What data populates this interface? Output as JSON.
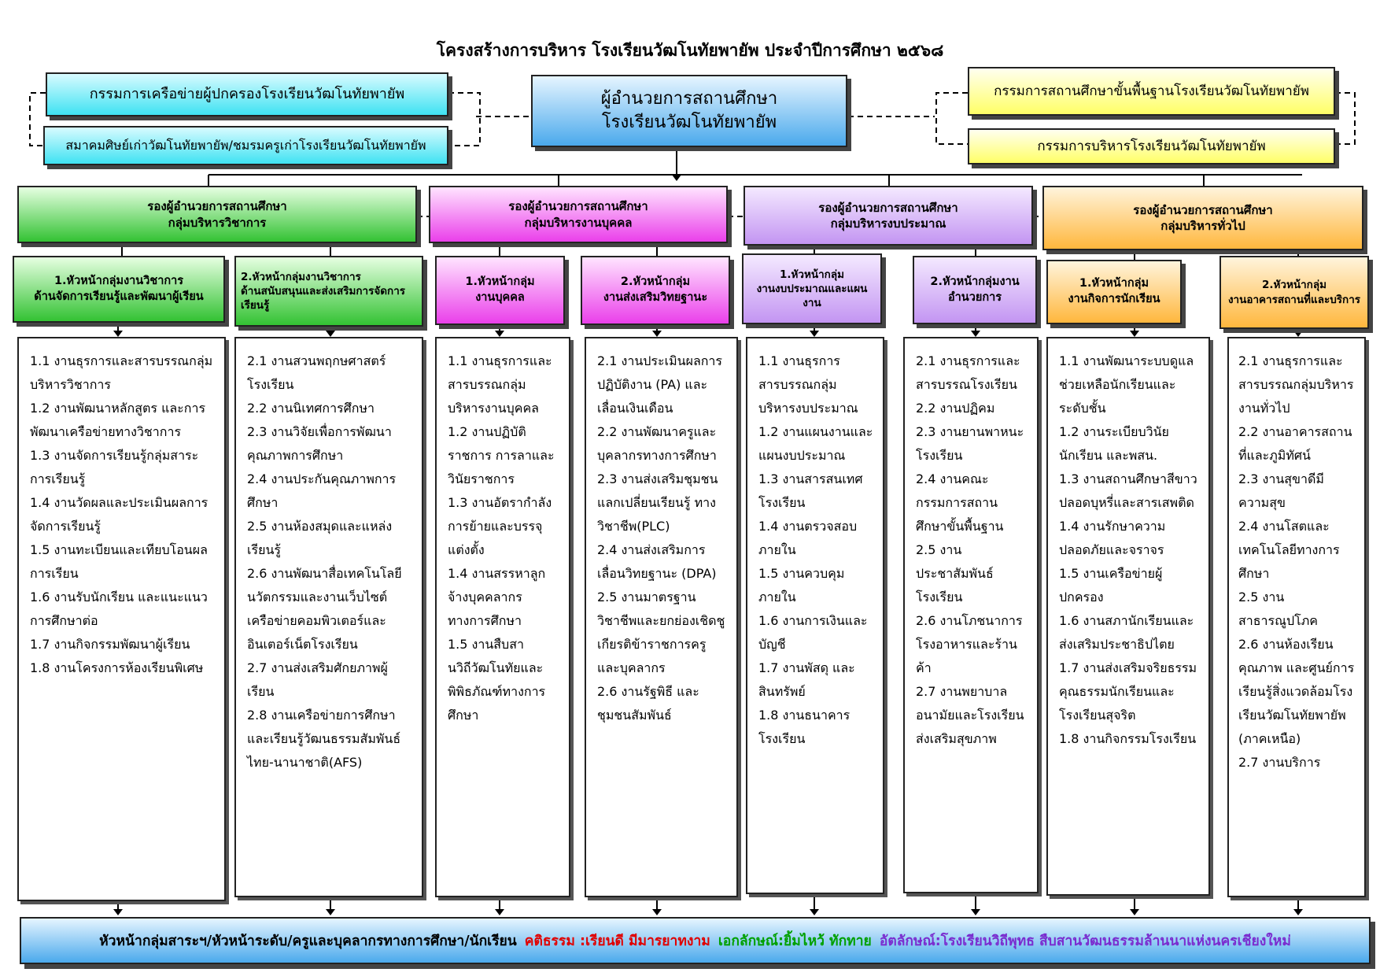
{
  "title": "โครงสร้างการบริหาร โรงเรียนวัฒโนทัยพายัพ ประจำปีการศึกษา ๒๕๖๘",
  "director": {
    "line1": "ผู้อำนวยการสถานศึกษา",
    "line2": "โรงเรียนวัฒโนทัยพายัพ"
  },
  "left_committees": [
    "กรรมการเครือข่ายผู้ปกครองโรงเรียนวัฒโนทัยพายัพ",
    "สมาคมศิษย์เก่าวัฒโนทัยพายัพ/ชมรมครูเก่าโรงเรียนวัฒโนทัยพายัพ"
  ],
  "right_committees": [
    "กรรมการสถานศึกษาขั้นพื้นฐานโรงเรียนวัฒโนทัยพายัพ",
    "กรรมการบริหารโรงเรียนวัฒโนทัยพายัพ"
  ],
  "deputies": [
    {
      "line1": "รองผู้อำนวยการสถานศึกษา",
      "line2": "กลุ่มบริหารวิชาการ"
    },
    {
      "line1": "รองผู้อำนวยการสถานศึกษา",
      "line2": "กลุ่มบริหารงานบุคคล"
    },
    {
      "line1": "รองผู้อำนวยการสถานศึกษา",
      "line2": "กลุ่มบริหารงบประมาณ"
    },
    {
      "line1": "รองผู้อำนวยการสถานศึกษา",
      "line2": "กลุ่มบริหารทั่วไป"
    }
  ],
  "heads": [
    {
      "line1": "1.หัวหน้ากลุ่มงานวิชาการ",
      "line2": "ด้านจัดการเรียนรู้และพัฒนาผู้เรียน"
    },
    {
      "line1": "2.หัวหน้ากลุ่มงานวิชาการ",
      "line2": "ด้านสนับสนุนและส่งเสริมการจัดการเรียนรู้"
    },
    {
      "line1": "1.หัวหน้ากลุ่ม",
      "line2": "งานบุคคล"
    },
    {
      "line1": "2.หัวหน้ากลุ่ม",
      "line2": "งานส่งเสริมวิทยฐานะ"
    },
    {
      "line1": "1.หัวหน้ากลุ่ม",
      "line2": "งานงบประมาณและแผนงาน"
    },
    {
      "line1": "2.หัวหน้ากลุ่มงาน",
      "line2": "อำนวยการ"
    },
    {
      "line1": "1.หัวหน้ากลุ่ม",
      "line2": "งานกิจการนักเรียน"
    },
    {
      "line1": "2.หัวหน้ากลุ่ม",
      "line2": "งานอาคารสถานที่และบริการ"
    }
  ],
  "columns": [
    [
      "1.1 งานธุรการและสารบรรณกลุ่มบริหารวิชาการ",
      "1.2 งานพัฒนาหลักสูตร และการพัฒนาเครือข่ายทางวิชาการ",
      "1.3 งานจัดการเรียนรู้กลุ่มสาระการเรียนรู้",
      "1.4 งานวัดผลและประเมินผลการจัดการเรียนรู้",
      "1.5 งานทะเบียนและเทียบโอนผลการเรียน",
      "1.6 งานรับนักเรียน และแนะแนวการศึกษาต่อ",
      "1.7 งานกิจกรรมพัฒนาผู้เรียน",
      "1.8 งานโครงการห้องเรียนพิเศษ"
    ],
    [
      "2.1 งานสวนพฤกษศาสตร์โรงเรียน",
      "2.2 งานนิเทศการศึกษา",
      "2.3 งานวิจัยเพื่อการพัฒนาคุณภาพการศึกษา",
      "2.4 งานประกันคุณภาพการศึกษา",
      "2.5 งานห้องสมุดและแหล่งเรียนรู้",
      "2.6 งานพัฒนาสื่อเทคโนโลยีนวัตกรรมและงานเว็บไซต์เครือข่ายคอมพิวเตอร์และอินเตอร์เน็ตโรงเรียน",
      "2.7 งานส่งเสริมศักยภาพผู้เรียน",
      "2.8 งานเครือข่ายการศึกษาและเรียนรู้วัฒนธรรมสัมพันธ์ไทย-นานาชาติ(AFS)"
    ],
    [
      "1.1 งานธุรการและสารบรรณกลุ่มบริหารงานบุคคล",
      "1.2 งานปฏิบัติราชการ การลาและวินัยราชการ",
      "1.3 งานอัตรากำลังการย้ายและบรรจุแต่งตั้ง",
      "1.4 งานสรรหาลูกจ้างบุคคลากรทางการศึกษา",
      "1.5 งานสืบสานวิถีวัฒโนทัยและพิพิธภัณฑ์ทางการศึกษา"
    ],
    [
      "2.1 งานประเมินผลการปฏิบัติงาน (PA) และเลื่อนเงินเดือน",
      "2.2 งานพัฒนาครูและบุคลากรทางการศึกษา",
      "2.3 งานส่งเสริมชุมชนแลกเปลี่ยนเรียนรู้ ทางวิชาชีพ(PLC)",
      "2.4 งานส่งเสริมการเลื่อนวิทยฐานะ (DPA)",
      "2.5 งานมาตรฐานวิชาชีพและยกย่องเชิดชูเกียรติข้าราชการครูและบุคลากร",
      "2.6 งานรัฐพิธี และชุมชนสัมพันธ์"
    ],
    [
      "1.1 งานธุรการสารบรรณกลุ่มบริหารงบประมาณ",
      "1.2 งานแผนงานและแผนงบประมาณ",
      "1.3 งานสารสนเทศโรงเรียน",
      "1.4 งานตรวจสอบภายใน",
      "1.5 งานควบคุมภายใน",
      "1.6 งานการเงินและบัญชี",
      "1.7 งานพัสดุ และสินทรัพย์",
      "1.8 งานธนาคารโรงเรียน"
    ],
    [
      "2.1 งานธุรการและสารบรรณโรงเรียน",
      "2.2 งานปฏิคม",
      "2.3 งานยานพาหนะโรงเรียน",
      "2.4 งานคณะกรรมการสถานศึกษาขั้นพื้นฐาน",
      "2.5 งานประชาสัมพันธ์โรงเรียน",
      "2.6 งานโภชนาการโรงอาหารและร้านค้า",
      "2.7 งานพยาบาลอนามัยและโรงเรียนส่งเสริมสุขภาพ"
    ],
    [
      "1.1 งานพัฒนาระบบดูแลช่วยเหลือนักเรียนและระดับชั้น",
      "1.2 งานระเบียบวินัยนักเรียน และพสน.",
      "1.3 งานสถานศึกษาสีขาวปลอดบุหรี่และสารเสพติด",
      "1.4 งานรักษาความปลอดภัยและจราจร",
      "1.5 งานเครือข่ายผู้ปกครอง",
      "1.6 งานสภานักเรียนและส่งเสริมประชาธิปไตย",
      "1.7 งานส่งเสริมจริยธรรมคุณธรรมนักเรียนและโรงเรียนสุจริต",
      "1.8 งานกิจกรรมโรงเรียน"
    ],
    [
      "2.1 งานธุรการและสารบรรณกลุ่มบริหารงานทั่วไป",
      "2.2 งานอาคารสถานที่และภูมิทัศน์",
      "2.3 งานสุขาดีมีความสุข",
      "2.4 งานโสตและเทคโนโลยีทางการศึกษา",
      "2.5 งานสาธารณูปโภค",
      "2.6 งานห้องเรียนคุณภาพ และศูนย์การเรียนรู้สิ่งแวดล้อมโรงเรียนวัฒโนทัยพายัพ (ภาคเหนือ)",
      "2.7 งานบริการ"
    ]
  ],
  "bottom": {
    "part1": "หัวหน้ากลุ่มสาระฯ/หัวหน้าระดับ/ครูและบุคลากรทางการศึกษา/นักเรียน",
    "part2": "คติธรรม :เรียนดี มีมารยาทงาม",
    "part3": "เอกลักษณ์:ยิ้มไหว้ ทักทาย",
    "part4": "อัตลักษณ์:โรงเรียนวิถีพุทธ สืบสานวัฒนธรรมล้านนาแห่งนครเชียงใหม่",
    "colors": {
      "part2": "#e00000",
      "part3": "#00a000",
      "part4": "#7a2ccf"
    }
  }
}
